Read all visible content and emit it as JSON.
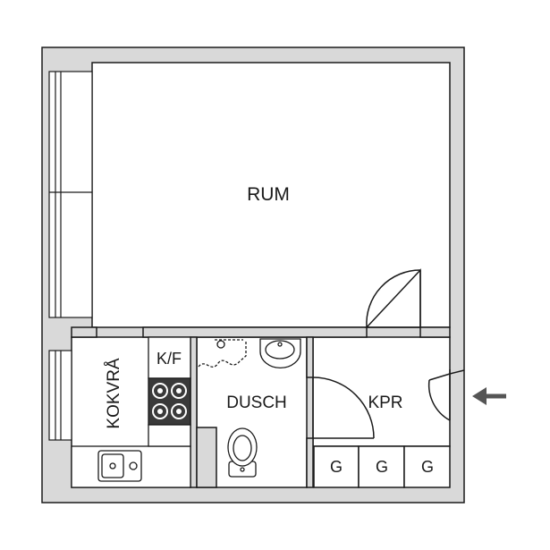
{
  "rooms": {
    "rum": "RUM",
    "kokvra": "KOKVRÅ",
    "kf": "K/F",
    "dusch": "DUSCH",
    "kpr": "KPR"
  },
  "closets": [
    "G",
    "G",
    "G"
  ],
  "colors": {
    "wall": "#d9d9d9",
    "line": "#1a1a1a",
    "floor": "#ffffff",
    "stove": "#3a3a3a"
  },
  "icons": {
    "entrance": "arrow-left-icon"
  }
}
